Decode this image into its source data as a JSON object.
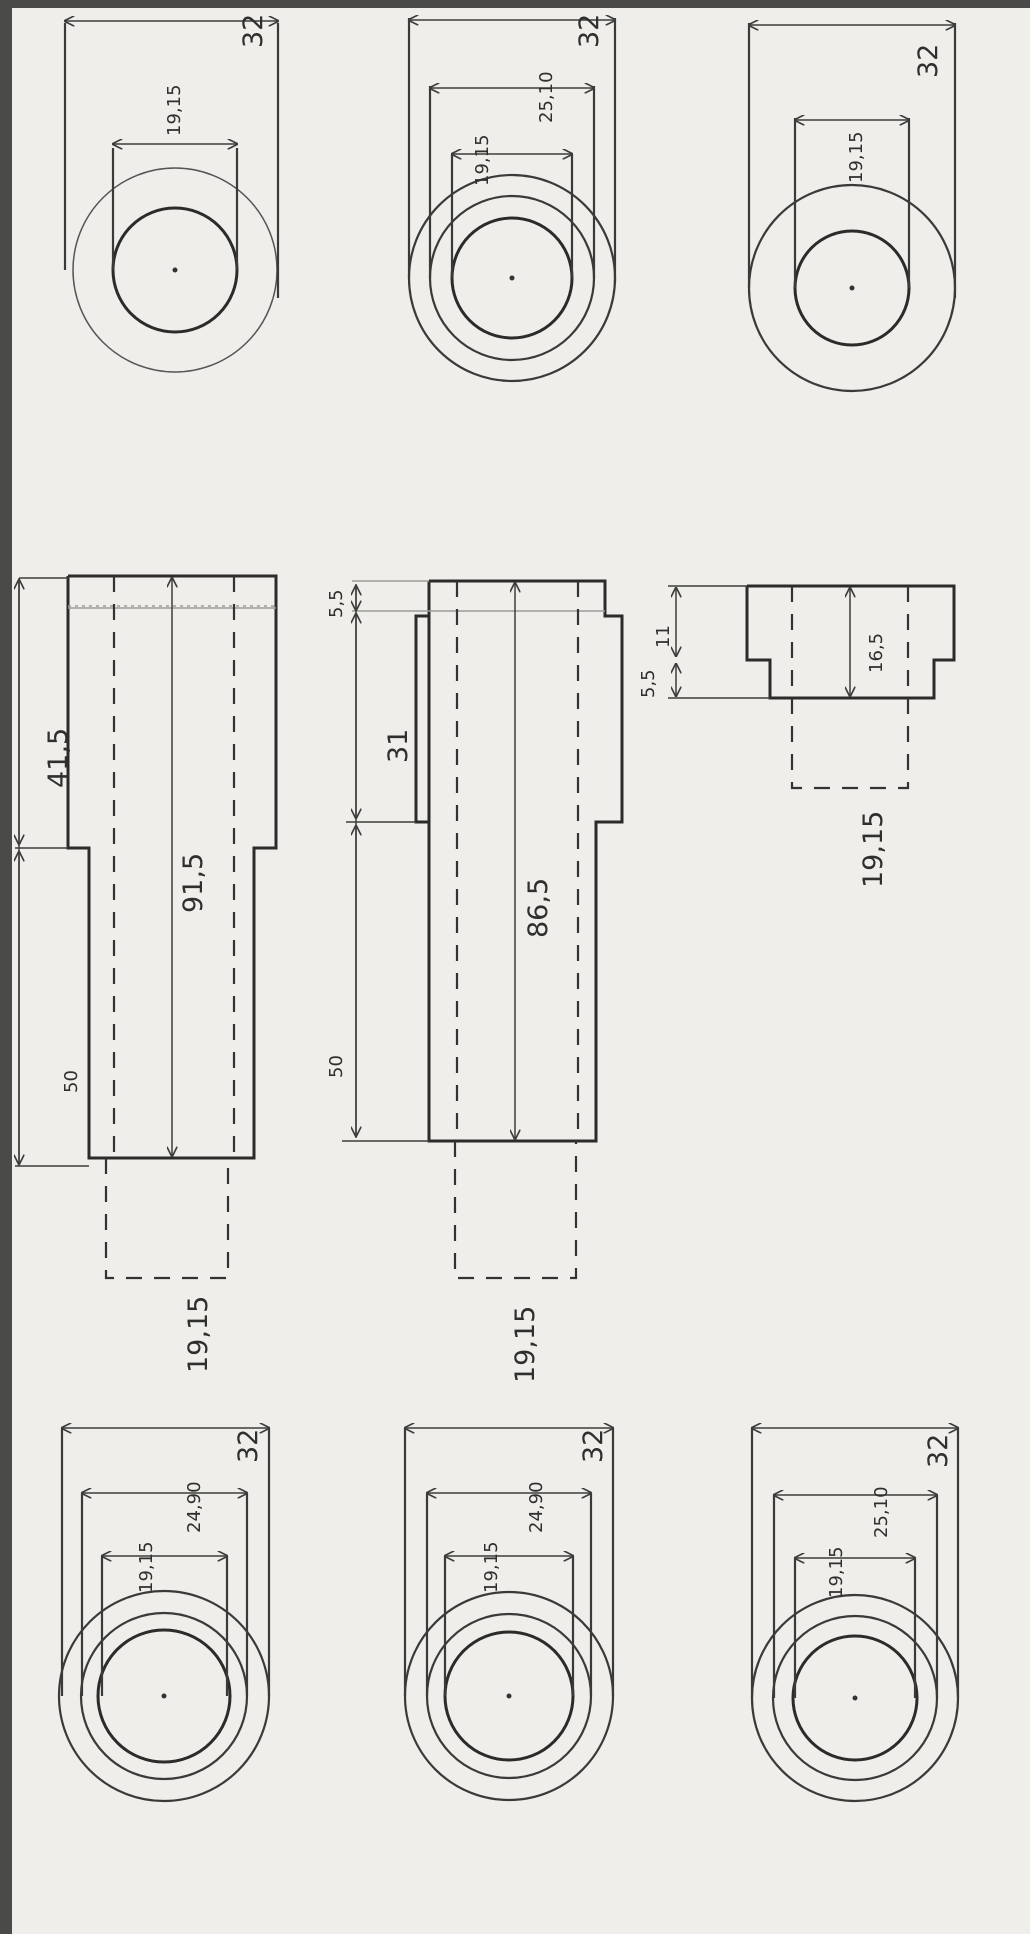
{
  "drawing": {
    "end_views_top": [
      {
        "outer": "32",
        "inner": "19,15"
      },
      {
        "outer": "32",
        "middle": "25,10",
        "inner": "19,15"
      },
      {
        "outer": "32",
        "inner": "19,15"
      }
    ],
    "end_views_bottom": [
      {
        "outer": "32",
        "middle": "24,90",
        "inner": "19,15"
      },
      {
        "outer": "32",
        "middle": "24,90",
        "inner": "19,15"
      },
      {
        "outer": "32",
        "middle": "25,10",
        "inner": "19,15"
      }
    ],
    "part1": {
      "step": "41,5",
      "total": "91,5",
      "shaft": "50",
      "bore": "19,15"
    },
    "part2": {
      "collar": "5,5",
      "step": "31",
      "total": "86,5",
      "shaft": "50",
      "bore": "19,15"
    },
    "part3": {
      "collar": "5,5",
      "step": "11",
      "total": "16,5",
      "bore": "19,15"
    }
  }
}
